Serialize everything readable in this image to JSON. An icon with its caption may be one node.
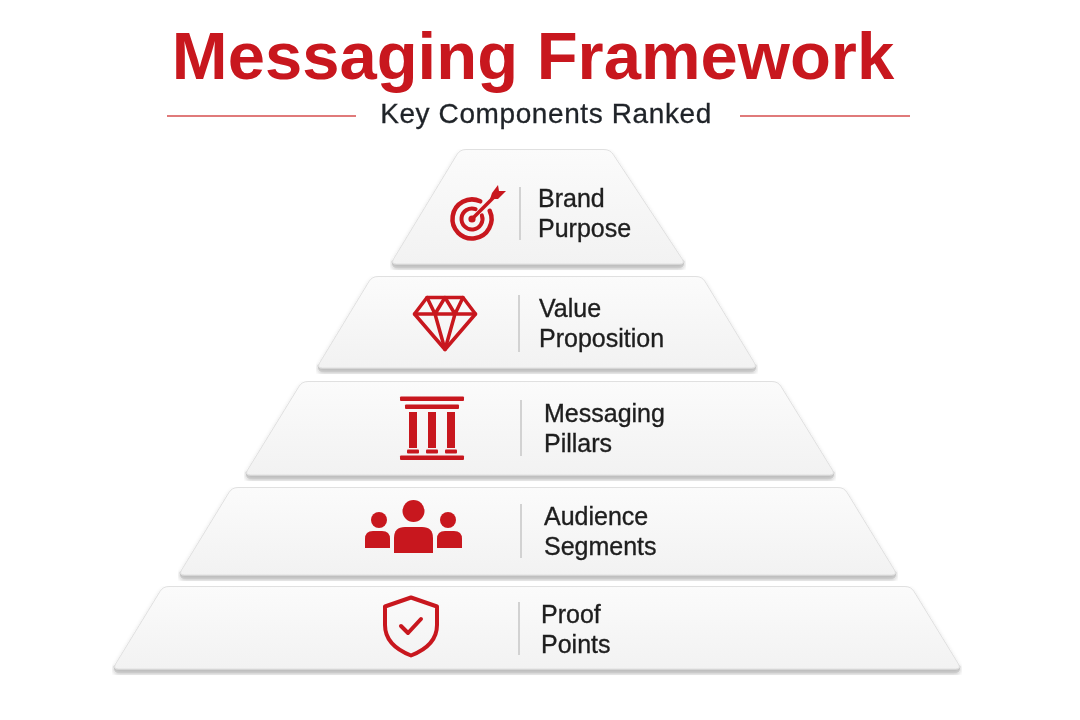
{
  "diagram": {
    "title": "Messaging Framework",
    "nodes": [
      {
        "text": [
          "Brand Purpose"
        ]
      },
      {
        "text": [
          "Value Proposition"
        ]
      },
      {
        "text": [
          "Messaging Pillars"
        ]
      },
      {
        "text": [
          "Audience Segments"
        ]
      },
      {
        "text": [
          "Proof Points"
        ]
      }
    ],
    "labels": [
      "Key Components Ranked"
    ]
  }
}
